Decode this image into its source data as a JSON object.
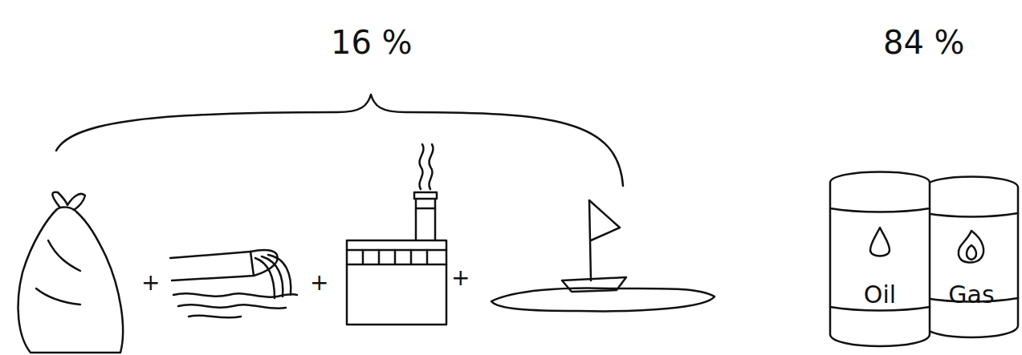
{
  "diagram": {
    "nodes": [
      {
        "text": [
          "Oil"
        ]
      },
      {
        "text": [
          "Gas"
        ]
      }
    ],
    "labels": [
      "16 %",
      "84 %",
      "+",
      "+",
      "+"
    ]
  }
}
